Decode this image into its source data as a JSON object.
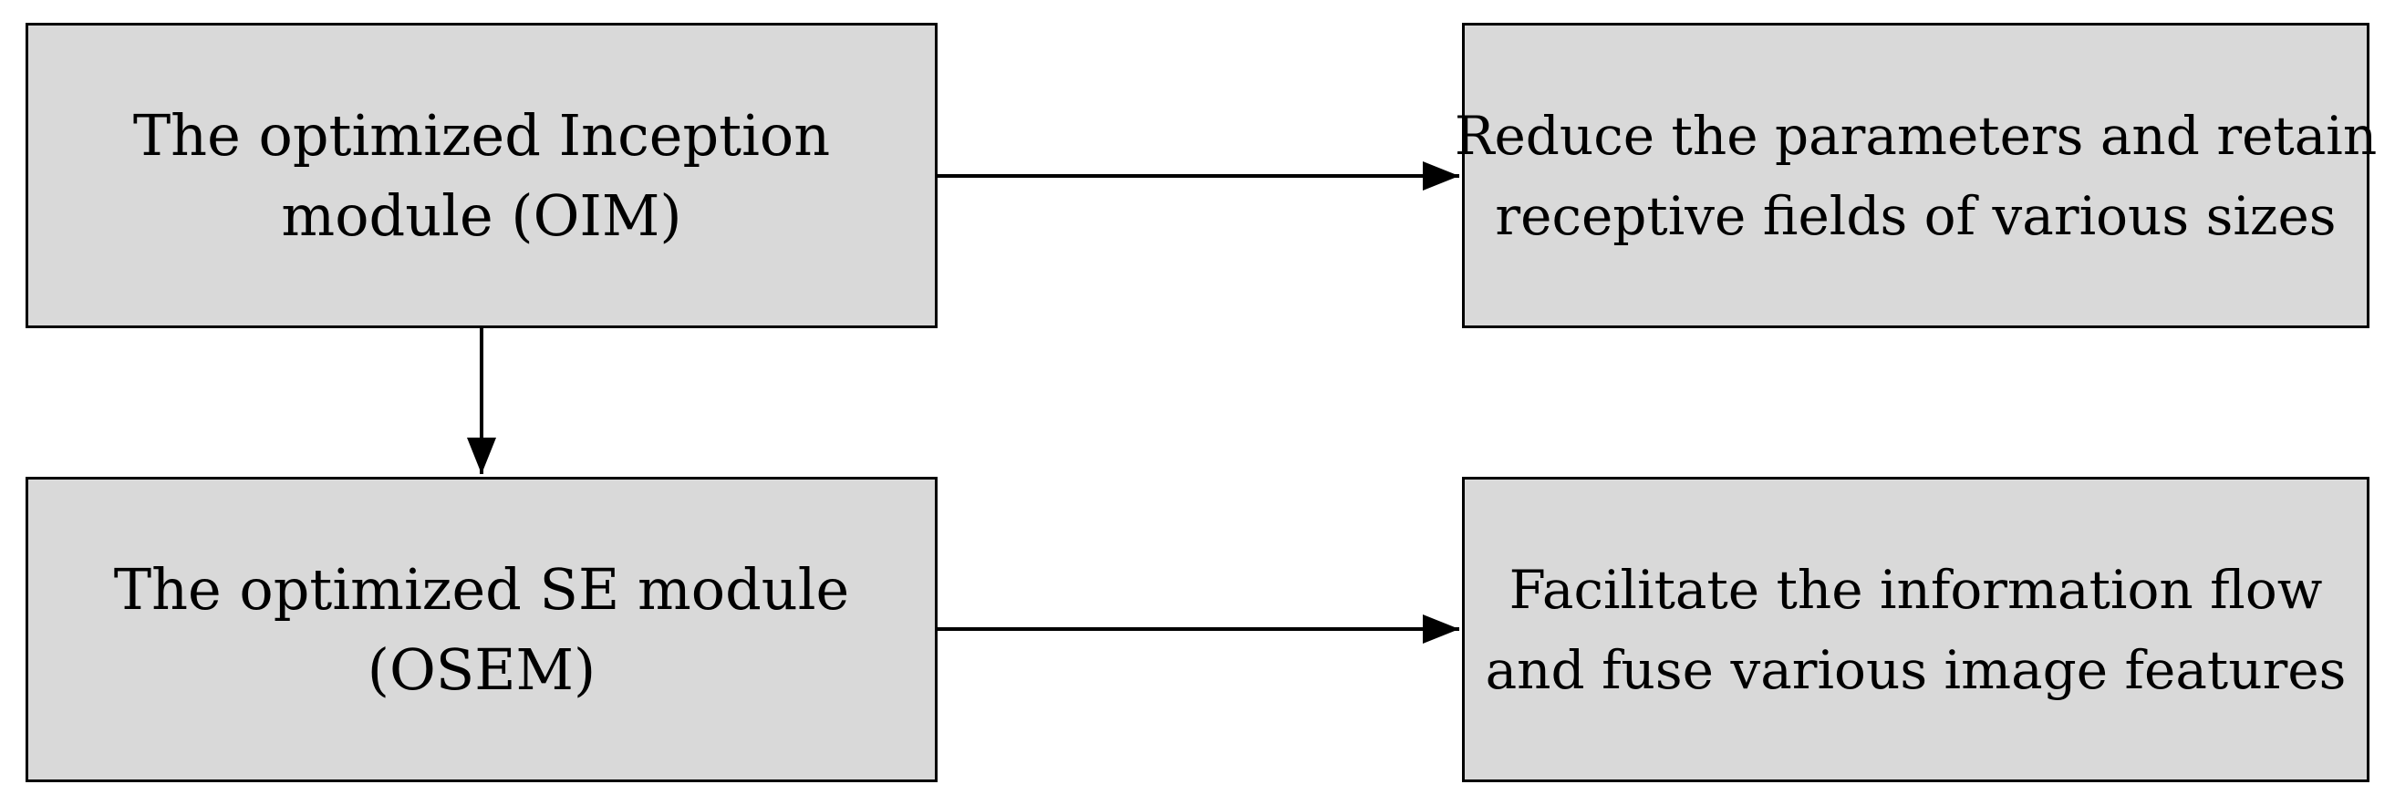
{
  "boxes": {
    "oim": {
      "lines": [
        "The optimized Inception",
        "module (OIM)"
      ]
    },
    "osem": {
      "lines": [
        "The optimized SE module",
        "(OSEM)"
      ]
    },
    "reduce": {
      "lines": [
        "Reduce the parameters and retain",
        "receptive fields of various sizes"
      ]
    },
    "facilitate": {
      "lines": [
        "Facilitate the information flow",
        "and fuse various image features"
      ]
    }
  },
  "colors": {
    "box_fill": "#d9d9d9",
    "stroke": "#000000",
    "background": "#ffffff"
  }
}
